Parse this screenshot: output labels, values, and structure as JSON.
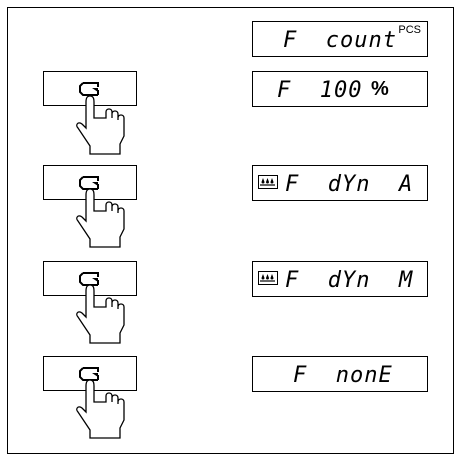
{
  "displays": [
    {
      "text": "F  count",
      "unit": "PCS",
      "icon": ""
    },
    {
      "text": "F  100",
      "pct": "%",
      "icon": ""
    },
    {
      "text": "F  dYn  A",
      "icon": "weighing-icon"
    },
    {
      "text": "F  dYn  M",
      "icon": "weighing-icon"
    },
    {
      "text": "F  nonE",
      "icon": ""
    }
  ],
  "button_icon": "cycle-arrows-icon",
  "hand_icon": "pointing-hand-icon"
}
